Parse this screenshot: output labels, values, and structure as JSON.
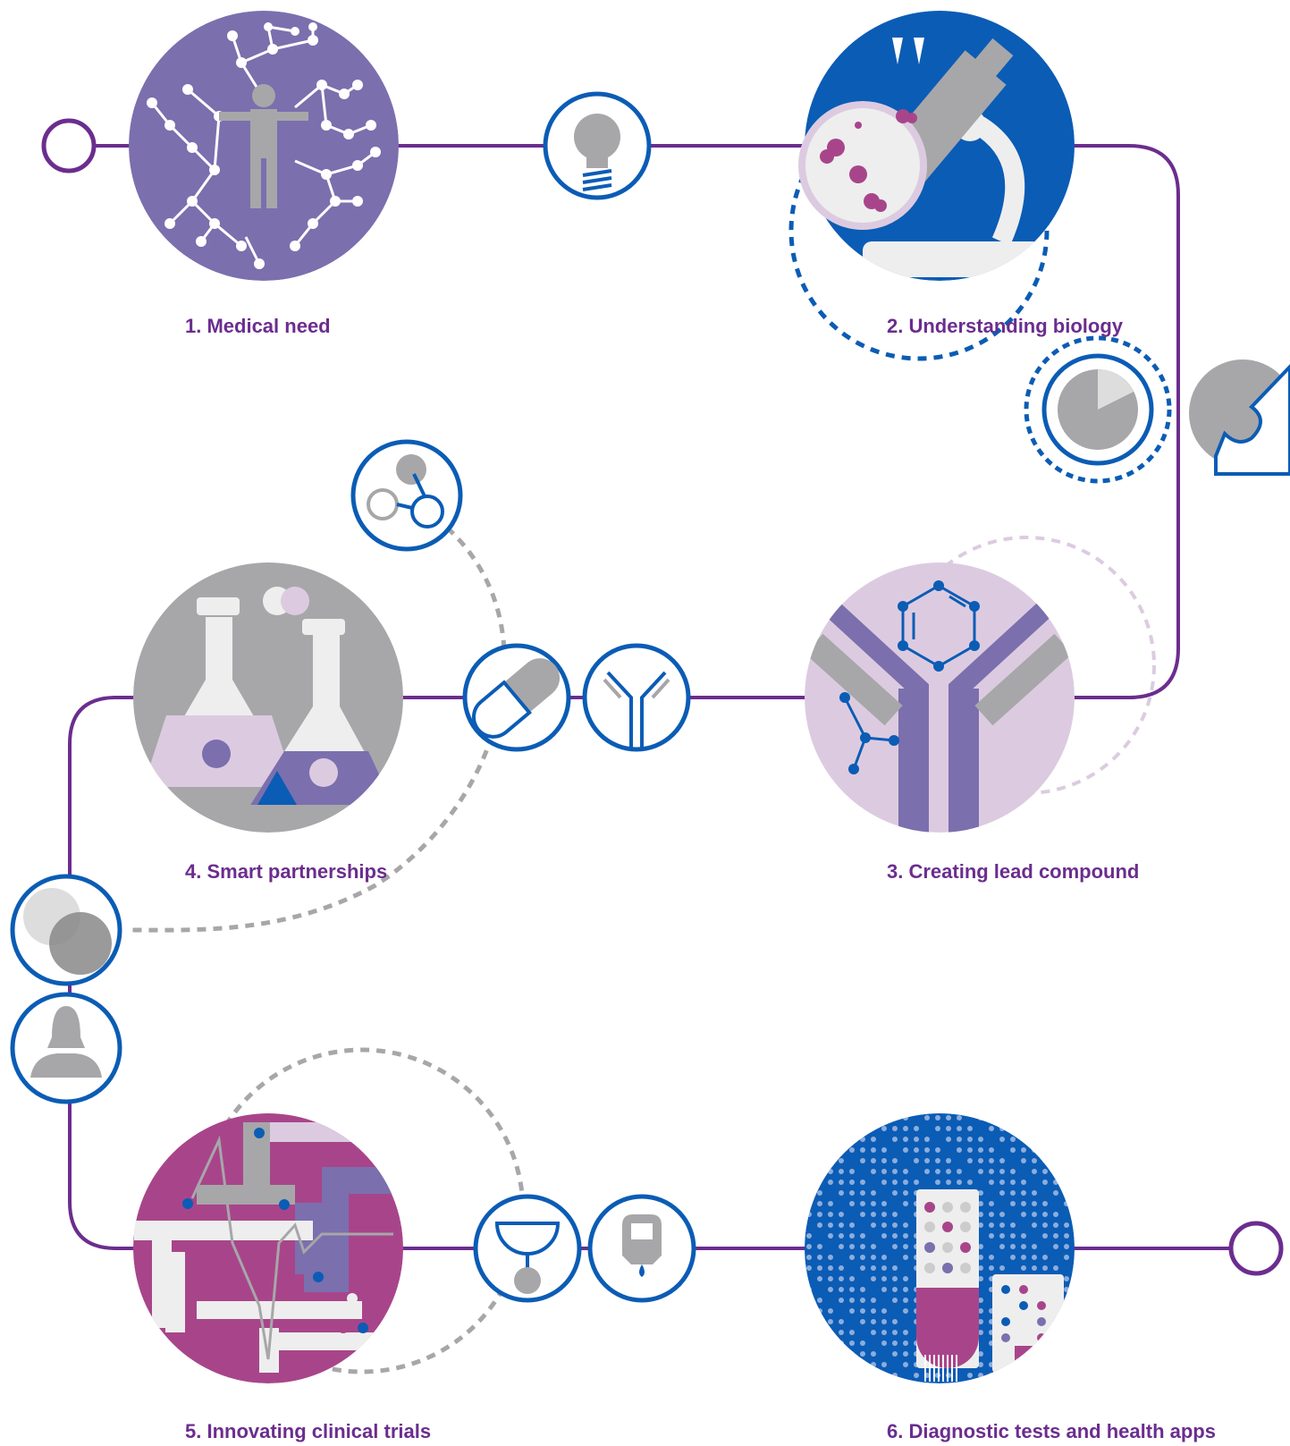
{
  "stages": [
    {
      "label": "1. Medical need"
    },
    {
      "label": "2. Understanding biology"
    },
    {
      "label": "3. Creating lead compound"
    },
    {
      "label": "4. Smart partnerships"
    },
    {
      "label": "5. Innovating clinical trials"
    },
    {
      "label": "6. Diagnostic tests and health apps"
    }
  ],
  "colors": {
    "path": "#6b2d8e",
    "blue": "#0b5cb5",
    "purple": "#7b6fae",
    "lavender": "#dccbe0",
    "magenta": "#a8458a",
    "gray": "#a7a7a9",
    "light": "#eeeeee"
  },
  "icons": [
    "start-node-icon",
    "medical-need-illustration",
    "lightbulb-icon",
    "understanding-biology-illustration",
    "pie-chart-icon",
    "puzzle-icon",
    "creating-lead-compound-illustration",
    "antibody-icon",
    "capsule-icon",
    "molecule-link-icon",
    "smart-partnerships-illustration",
    "venn-icon",
    "person-icon",
    "innovating-clinical-trials-illustration",
    "stethoscope-icon",
    "glucose-meter-icon",
    "diagnostic-tests-illustration",
    "end-node-icon"
  ]
}
